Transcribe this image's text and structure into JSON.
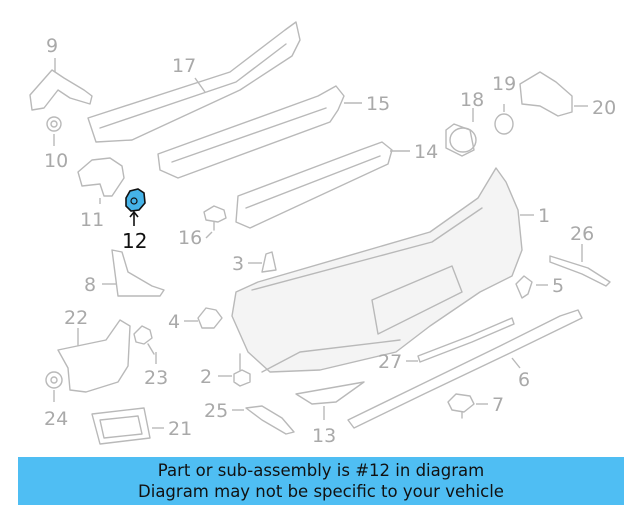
{
  "diagram": {
    "highlighted_part": "12",
    "part_numbers": {
      "p1": "1",
      "p2": "2",
      "p3": "3",
      "p4": "4",
      "p5": "5",
      "p6": "6",
      "p7": "7",
      "p8": "8",
      "p9": "9",
      "p10": "10",
      "p11": "11",
      "p12": "12",
      "p13": "13",
      "p14": "14",
      "p15": "15",
      "p16": "16",
      "p17": "17",
      "p18": "18",
      "p19": "19",
      "p20": "20",
      "p21": "21",
      "p22": "22",
      "p23": "23",
      "p24": "24",
      "p25": "25",
      "p26": "26",
      "p27": "27"
    },
    "colors": {
      "highlight": "#45b3e8",
      "parts": "#b9b9b9",
      "banner": "#4fbef3"
    }
  },
  "banner": {
    "line1": "Part or sub-assembly is #12 in diagram",
    "line2": "Diagram may not be specific to your vehicle"
  }
}
